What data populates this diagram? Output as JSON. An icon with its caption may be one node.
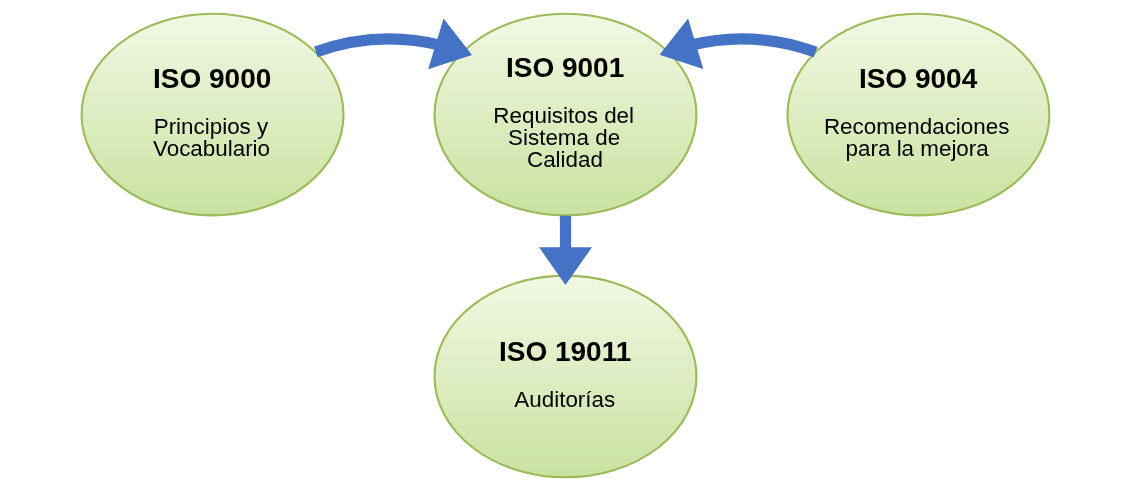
{
  "diagram": {
    "nodes": [
      {
        "text": [
          "ISO 9000",
          "Principios y Vocabulario"
        ]
      },
      {
        "text": [
          "ISO 9001",
          "Requisitos del Sistema de Calidad"
        ]
      },
      {
        "text": [
          "ISO 9004",
          "Recomendaciones para la mejora"
        ]
      },
      {
        "text": [
          "ISO 19011",
          "Auditorías"
        ]
      }
    ],
    "edges": [
      {
        "from": 0,
        "to": 1,
        "arrow": "to"
      },
      {
        "from": 2,
        "to": 1,
        "arrow": "to"
      },
      {
        "from": 1,
        "to": 3,
        "arrow": "to"
      }
    ]
  }
}
